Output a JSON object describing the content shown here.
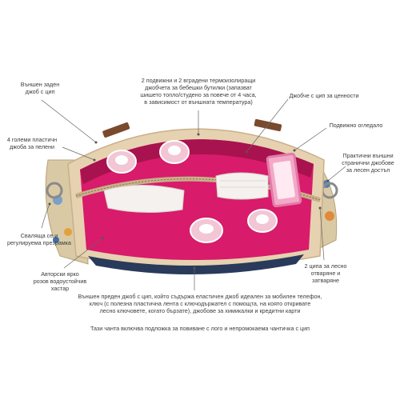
{
  "labels": {
    "back_pocket": "Външен заден\nджоб с цип",
    "thermo": "2 подвижни и 2 вградени термоизолиращи\nджобчета за бебешки бутилки (запазват\nшишето топло/студено за повече от 4 часа,\nв зависимост от външната температура)",
    "valuables": "Джобче с цип за ценности",
    "mirror": "Подвижно огледало",
    "diapers": "4 големи пластичн\nджоба за пелени",
    "side_pockets": "Практични външни\nстранични джобове\nза лесен достъп",
    "strap": "Сваляща се и\nрегулируема презрамка",
    "zips": "2 ципа за лесно\nотваряне и\nзатваряне",
    "lining": "Авторски ярко\nрозов водоустойчив\nхастар",
    "front_pocket": "Външен преден джоб с цип, който съдържа еластичен джоб идеален за мобилен телефон,\nключ (с полезна пластична лента с ключодържател с помощта, на която откривате\nлесно ключовете, когато бързате), джобове за химикалки и кредитни карти",
    "footer": "Тази чанта включва подложка за повиване с лого и непромокаема чантичка с цип"
  },
  "colors": {
    "lining_pink": "#d81b6a",
    "lining_dark": "#a8124f",
    "canvas_beige": "#e6d2b0",
    "leather_brown": "#7a4a2e"
  },
  "icons": [
    "baby-bottle-icon",
    "mirror-icon",
    "diaper-icon",
    "strap-ring-icon"
  ]
}
